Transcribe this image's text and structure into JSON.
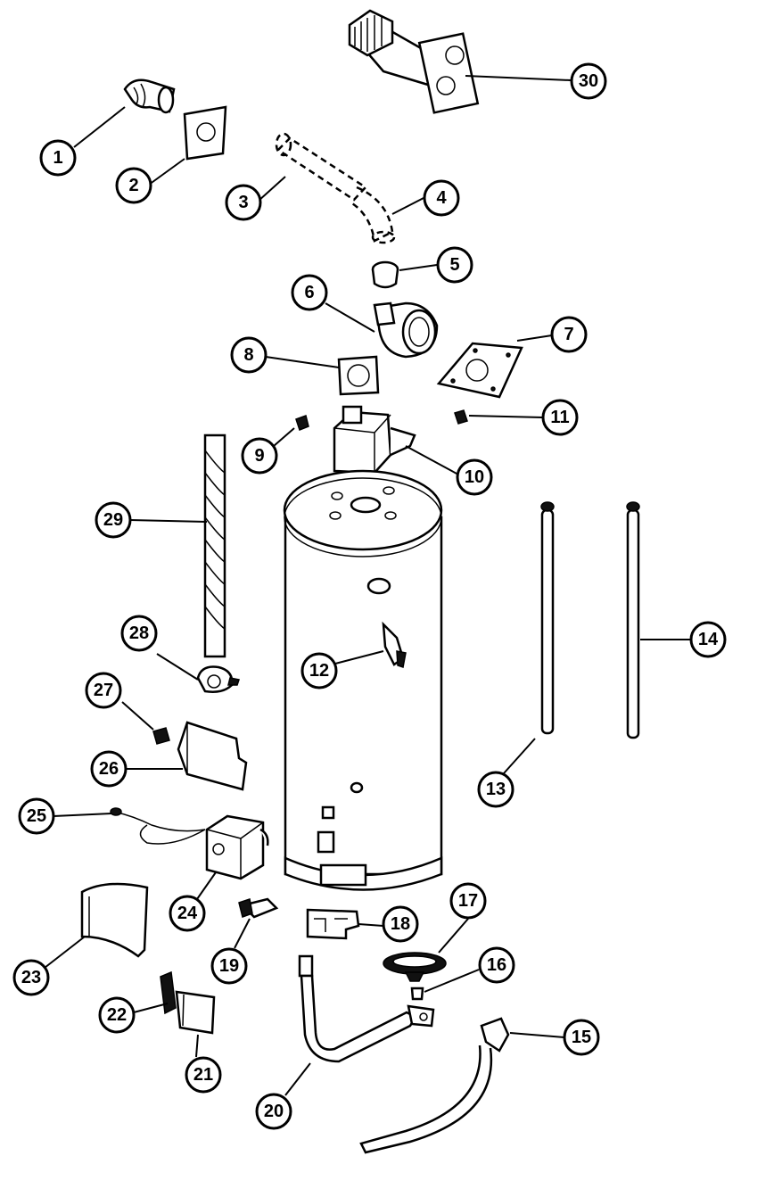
{
  "diagram": {
    "callouts": [
      {
        "id": "1"
      },
      {
        "id": "2"
      },
      {
        "id": "3"
      },
      {
        "id": "4"
      },
      {
        "id": "5"
      },
      {
        "id": "6"
      },
      {
        "id": "7"
      },
      {
        "id": "8"
      },
      {
        "id": "9"
      },
      {
        "id": "10"
      },
      {
        "id": "11"
      },
      {
        "id": "12"
      },
      {
        "id": "13"
      },
      {
        "id": "14"
      },
      {
        "id": "15"
      },
      {
        "id": "16"
      },
      {
        "id": "17"
      },
      {
        "id": "18"
      },
      {
        "id": "19"
      },
      {
        "id": "20"
      },
      {
        "id": "21"
      },
      {
        "id": "22"
      },
      {
        "id": "23"
      },
      {
        "id": "24"
      },
      {
        "id": "25"
      },
      {
        "id": "26"
      },
      {
        "id": "27"
      },
      {
        "id": "28"
      },
      {
        "id": "29"
      },
      {
        "id": "30"
      }
    ]
  }
}
